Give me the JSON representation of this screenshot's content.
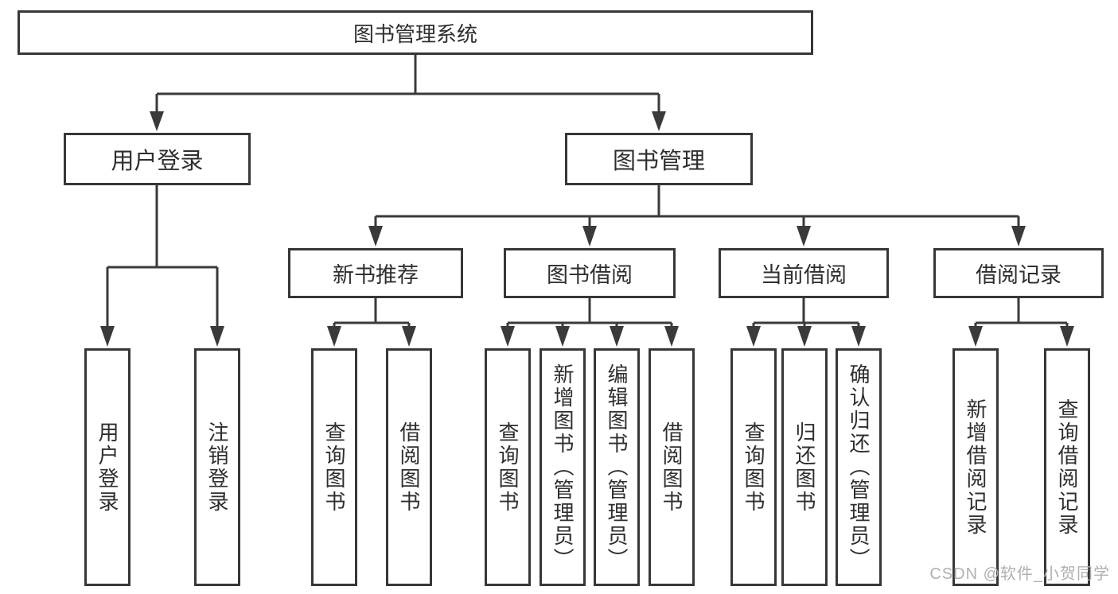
{
  "tree": {
    "root": {
      "label": "图书管理系统"
    },
    "user": {
      "label": "用户登录",
      "children": [
        {
          "label": "用户登录"
        },
        {
          "label": "注销登录"
        }
      ]
    },
    "book": {
      "label": "图书管理",
      "children": [
        {
          "label": "新书推荐",
          "children": [
            {
              "label": "查询图书"
            },
            {
              "label": "借阅图书"
            }
          ]
        },
        {
          "label": "图书借阅",
          "children": [
            {
              "label": "查询图书"
            },
            {
              "label": "新增图书（管理员）"
            },
            {
              "label": "编辑图书（管理员）"
            },
            {
              "label": "借阅图书"
            }
          ]
        },
        {
          "label": "当前借阅",
          "children": [
            {
              "label": "查询图书"
            },
            {
              "label": "归还图书"
            },
            {
              "label": "确认归还（管理员）"
            }
          ]
        },
        {
          "label": "借阅记录",
          "children": [
            {
              "label": "新增借阅记录"
            },
            {
              "label": "查询借阅记录"
            }
          ]
        }
      ]
    }
  },
  "watermark": {
    "text": "CSDN @软件_小贺同学"
  },
  "colors": {
    "line": "#3a3a3a",
    "border": "#373737",
    "text": "#2e2e2e",
    "box_background": "#ffffff",
    "page_background": "#ffffff",
    "watermark": "#b0b0b0"
  }
}
